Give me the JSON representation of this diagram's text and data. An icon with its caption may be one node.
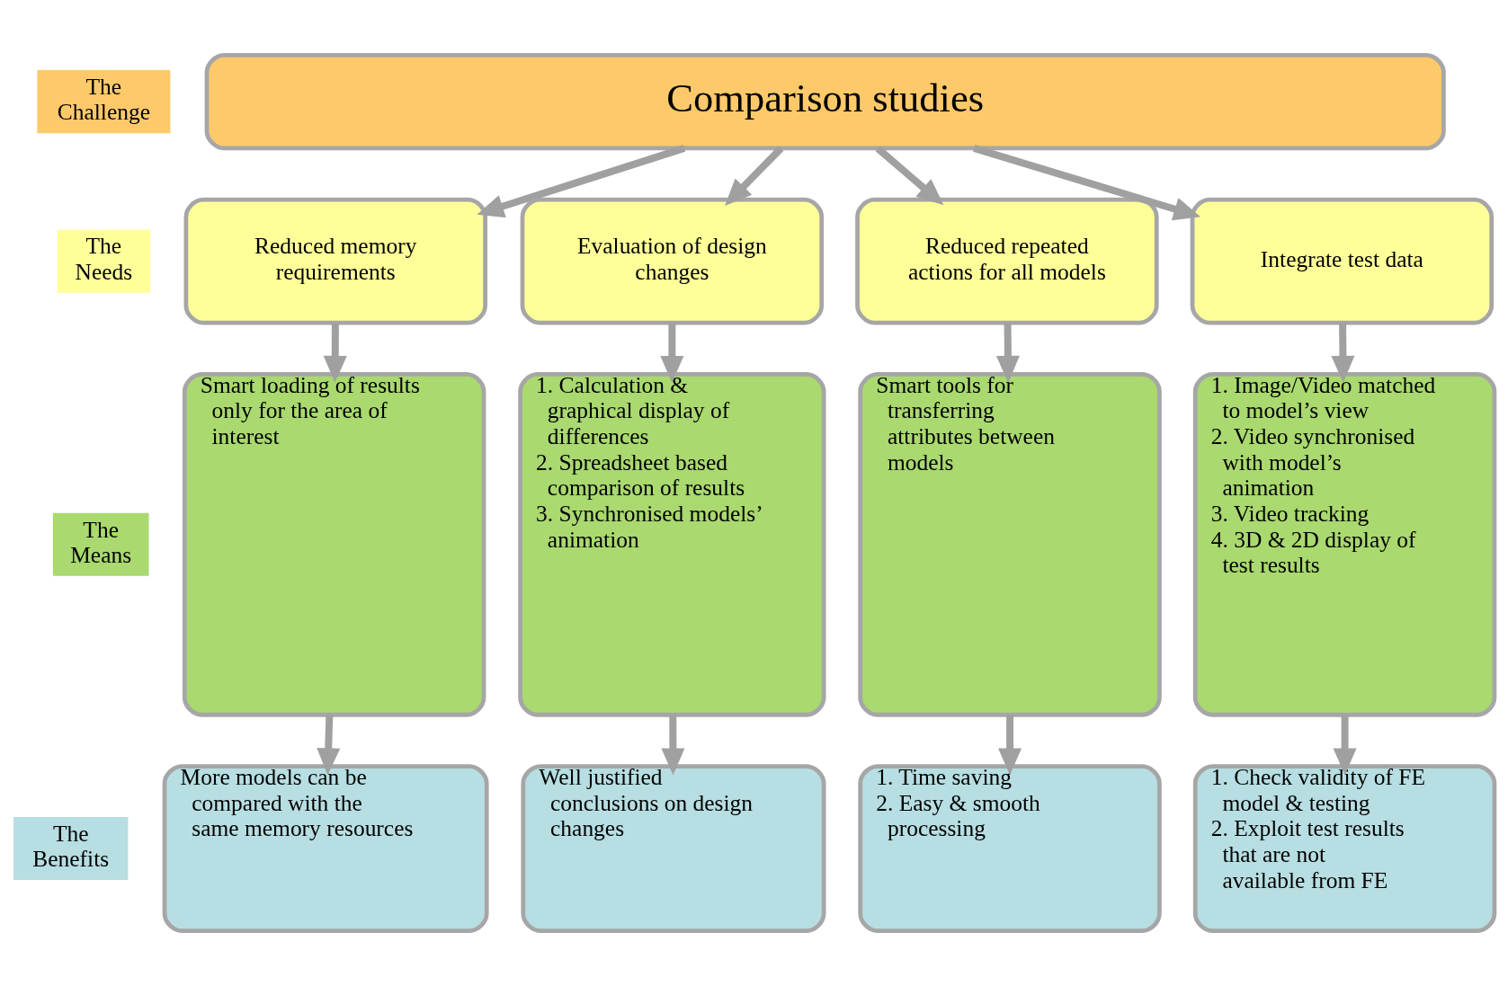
{
  "diagram": {
    "nodes": [
      {
        "text": [
          "The Challenge"
        ]
      },
      {
        "text": [
          "The Needs"
        ]
      },
      {
        "text": [
          "The Means"
        ]
      },
      {
        "text": [
          "The Benefits"
        ]
      },
      {
        "text": [
          "Comparison studies"
        ]
      },
      {
        "text": [
          "Reduced memory requirements"
        ]
      },
      {
        "text": [
          "Evaluation of design changes"
        ]
      },
      {
        "text": [
          "Reduced repeated actions for all models"
        ]
      },
      {
        "text": [
          "Integrate test data"
        ]
      },
      {
        "text": [
          "Smart loading of results only for the area of interest"
        ]
      },
      {
        "text": [
          "1. Calculation & graphical display of differences",
          "2. Spreadsheet based comparison of results",
          "3. Synchronised models’ animation"
        ]
      },
      {
        "text": [
          "Smart tools for transferring attributes between models"
        ]
      },
      {
        "text": [
          "1. Image/Video matched to model’s view",
          "2. Video synchronised with model’s animation",
          "3. Video tracking",
          "4. 3D & 2D display of test results"
        ]
      },
      {
        "text": [
          "More models can be compared with the same memory resources"
        ]
      },
      {
        "text": [
          "Well justified conclusions on design changes"
        ]
      },
      {
        "text": [
          "1. Time saving",
          "2. Easy & smooth processing"
        ]
      },
      {
        "text": [
          "1. Check validity of FE model & testing",
          "2. Exploit test results that are not available from FE"
        ]
      }
    ],
    "edges": [
      {
        "from": 4,
        "to": 5,
        "arrow": "to"
      },
      {
        "from": 4,
        "to": 6,
        "arrow": "to"
      },
      {
        "from": 4,
        "to": 7,
        "arrow": "to"
      },
      {
        "from": 4,
        "to": 8,
        "arrow": "to"
      },
      {
        "from": 5,
        "to": 9,
        "arrow": "to"
      },
      {
        "from": 6,
        "to": 10,
        "arrow": "to"
      },
      {
        "from": 7,
        "to": 11,
        "arrow": "to"
      },
      {
        "from": 8,
        "to": 12,
        "arrow": "to"
      },
      {
        "from": 9,
        "to": 13,
        "arrow": "to"
      },
      {
        "from": 10,
        "to": 14,
        "arrow": "to"
      },
      {
        "from": 11,
        "to": 15,
        "arrow": "to"
      },
      {
        "from": 12,
        "to": 16,
        "arrow": "to"
      }
    ]
  }
}
